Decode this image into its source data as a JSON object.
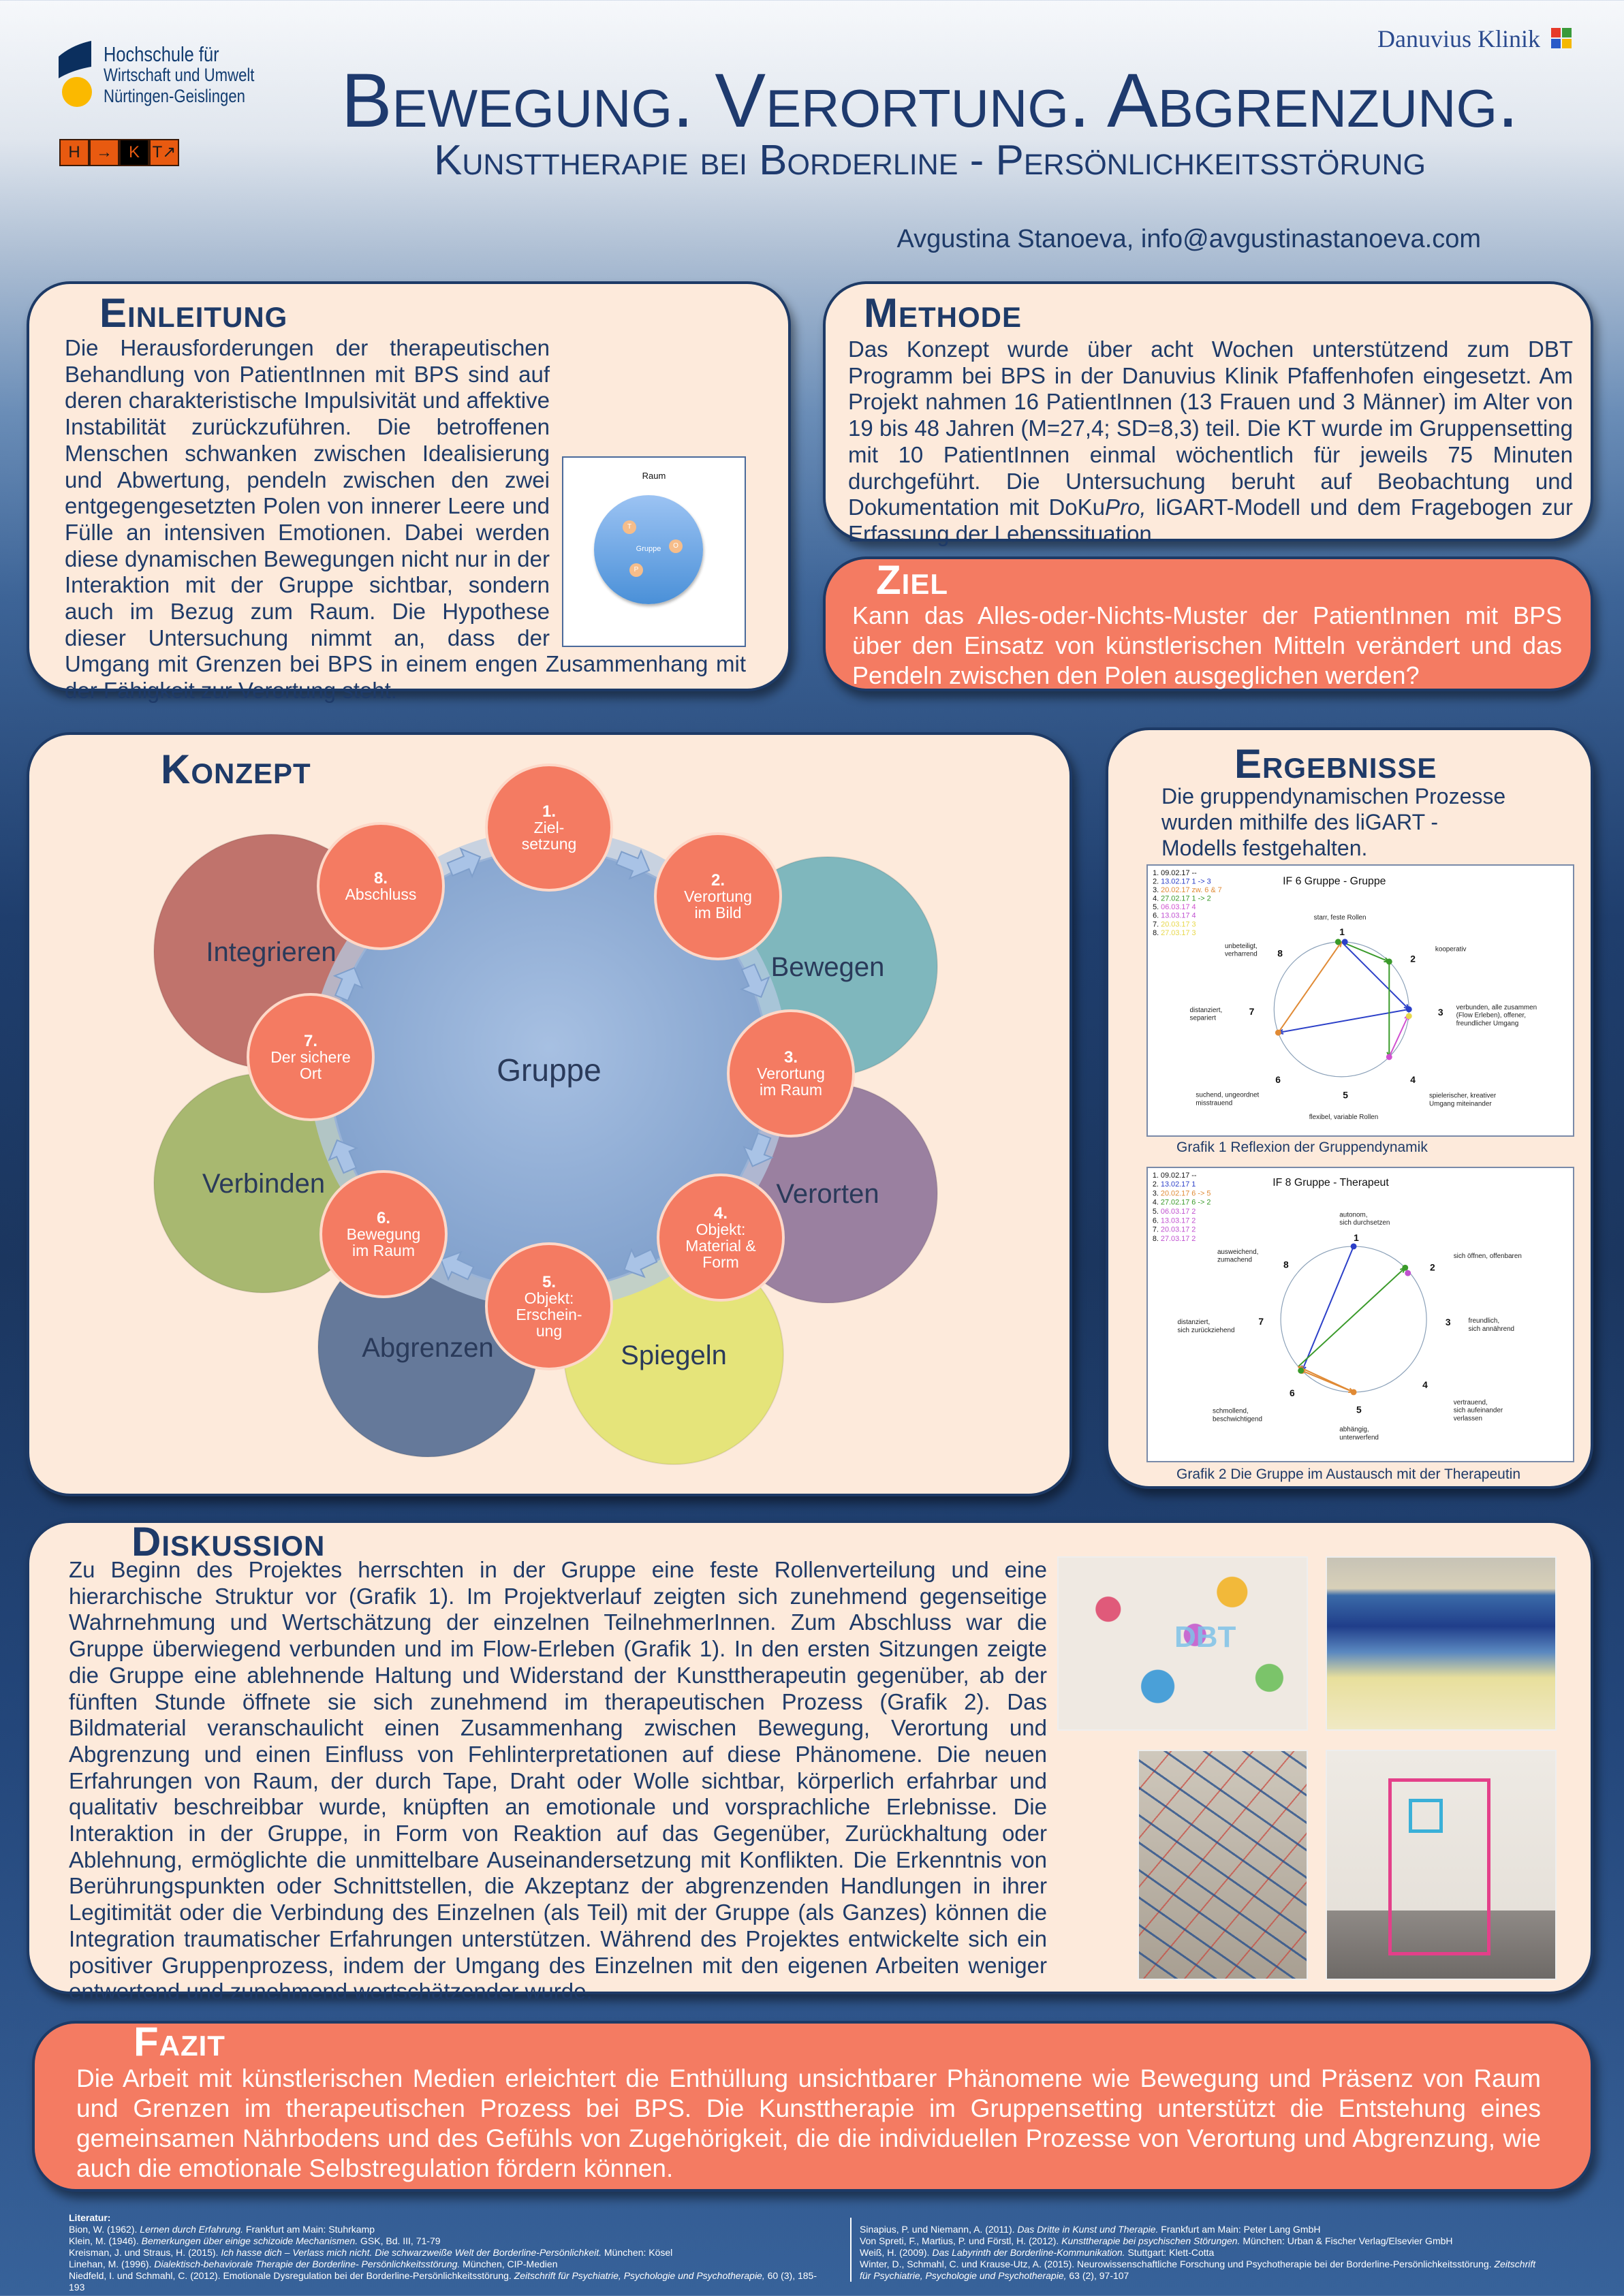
{
  "header": {
    "university_logo": [
      "Hochschule für",
      "Wirtschaft und Umwelt",
      "Nürtingen-Geislingen"
    ],
    "hkt_logo": [
      "H",
      "→",
      "K",
      "T↗"
    ],
    "clinic_logo": "Danuvius Klinik",
    "title": "Bewegung. Verortung. Abgrenzung.",
    "subtitle": "Kunsttherapie bei Borderline - Persönlichkeitsstörung",
    "author": "Avgustina Stanoeva, info@avgustinastanoeva.com"
  },
  "einleitung": {
    "heading": "Einleitung",
    "text": "Die Herausforderungen der therapeutischen Behandlung von PatientInnen mit BPS sind auf deren charakteristische Impulsivität und affektive Instabilität zurückzuführen. Die betroffenen Menschen schwanken zwischen Idealisierung und Abwertung, pendeln zwischen den zwei entgegengesetzten Polen von innerer Leere und Fülle an intensiven Emotionen. Dabei werden diese dynamischen Bewegungen nicht nur in der Interaktion mit der Gruppe sichtbar, sondern auch im Bezug zum Raum. Die Hypothese dieser Untersuchung nimmt an, dass der Umgang mit Grenzen bei BPS in einem engen Zusammenhang mit der Fähigkeit zur Verortung steht.",
    "figure": {
      "outer": "Raum",
      "inner": "Gruppe",
      "members": [
        "T",
        "O",
        "P"
      ]
    }
  },
  "methode": {
    "heading": "Methode",
    "text_before": "Das Konzept wurde über acht Wochen unterstützend zum DBT Programm bei BPS in der Danuvius Klinik Pfaffenhofen eingesetzt. Am Projekt nahmen 16 PatientInnen (13 Frauen und 3 Männer) im Alter von 19 bis 48 Jahren (M=27,4; SD=8,3) teil. Die KT wurde im Gruppensetting mit 10 PatientInnen einmal wöchentlich für jeweils 75 Minuten durchgeführt. Die Untersuchung beruht auf Beobachtung und Dokumentation mit DoKu",
    "text_italic": "Pro,",
    "text_after": " liGART-Modell und dem Fragebogen zur Erfassung der Lebenssituation."
  },
  "ziel": {
    "heading": "Ziel",
    "text": "Kann das Alles-oder-Nichts-Muster der PatientInnen mit BPS über den Einsatz von künstlerischen Mitteln verändert und das Pendeln zwischen den Polen ausgeglichen werden?"
  },
  "konzept": {
    "heading": "Konzept",
    "center": "Gruppe",
    "petals": [
      {
        "label": "Integrieren",
        "color": "#c0736c"
      },
      {
        "label": "Bewegen",
        "color": "#7fb7bd"
      },
      {
        "label": "Verorten",
        "color": "#9a80a0"
      },
      {
        "label": "Spiegeln",
        "color": "#e5e47a"
      },
      {
        "label": "Abgrenzen",
        "color": "#65799a"
      },
      {
        "label": "Verbinden",
        "color": "#a8b870"
      }
    ],
    "steps": [
      {
        "num": "1.",
        "label": "Ziel-\nsetzung"
      },
      {
        "num": "2.",
        "label": "Verortung\nim Bild"
      },
      {
        "num": "3.",
        "label": "Verortung\nim Raum"
      },
      {
        "num": "4.",
        "label": "Objekt:\nMaterial &\nForm"
      },
      {
        "num": "5.",
        "label": "Objekt:\nErschein-\nung"
      },
      {
        "num": "6.",
        "label": "Bewegung\nim Raum"
      },
      {
        "num": "7.",
        "label": "Der sichere\nOrt"
      },
      {
        "num": "8.",
        "label": "Abschluss"
      }
    ],
    "step_color": "#f47b62"
  },
  "ergebnisse": {
    "heading": "Ergebnisse",
    "text": "Die gruppendynamischen Prozesse wurden mithilfe des liGART - Modells festgehalten.",
    "graph1": {
      "title": "IF 6  Gruppe - Gruppe",
      "caption": "Grafik 1 Reflexion der Gruppendynamik",
      "legend": [
        {
          "date": "1. 09.02.17",
          "value": "--",
          "color": "#111111"
        },
        {
          "date": "2. 13.02.17",
          "value": "1 -> 3",
          "color": "#2b3fc8"
        },
        {
          "date": "3. 20.02.17",
          "value": "zw. 6 & 7",
          "color": "#e08a35"
        },
        {
          "date": "4. 27.02.17",
          "value": "1 -> 2",
          "color": "#3a9a2a"
        },
        {
          "date": "5. 06.03.17",
          "value": "4",
          "color": "#d050d0"
        },
        {
          "date": "6. 13.03.17",
          "value": "4",
          "color": "#c050d0"
        },
        {
          "date": "7. 20.03.17",
          "value": "3",
          "color": "#e8d84a"
        },
        {
          "date": "8. 27.03.17",
          "value": "3",
          "color": "#e8d84a"
        }
      ],
      "labels": {
        "1": "starr, feste Rollen",
        "2": "kooperativ",
        "3": "verbunden, alle zusammen\n(Flow Erleben), offener,\nfreundlicher Umgang",
        "4": "spielerischer, kreativer\nUmgang miteinander",
        "5": "flexibel, variable Rollen",
        "6": "suchend, ungeordnet\nmisstrauend",
        "7": "distanziert,\nsepariert",
        "8": "unbeteiligt,\nverharrend"
      }
    },
    "graph2": {
      "title": "IF 8   Gruppe - Therapeut",
      "caption": "Grafik 2 Die Gruppe im Austausch mit der Therapeutin",
      "legend": [
        {
          "date": "1. 09.02.17",
          "value": "--",
          "color": "#111111"
        },
        {
          "date": "2. 13.02.17",
          "value": "1",
          "color": "#2b3fc8"
        },
        {
          "date": "3. 20.02.17",
          "value": "6 -> 5",
          "color": "#e08a35"
        },
        {
          "date": "4. 27.02.17",
          "value": "6 -> 2",
          "color": "#3a9a2a"
        },
        {
          "date": "5. 06.03.17",
          "value": "2",
          "color": "#c050d0"
        },
        {
          "date": "6. 13.03.17",
          "value": "2",
          "color": "#c050d0"
        },
        {
          "date": "7. 20.03.17",
          "value": "2",
          "color": "#c050d0"
        },
        {
          "date": "8. 27.03.17",
          "value": "2",
          "color": "#c050d0"
        }
      ],
      "labels": {
        "1": "autonom,\nsich durchsetzen",
        "2": "sich öffnen, offenbaren",
        "3": "freundlich,\nsich annährend",
        "4": "vertrauend,\nsich aufeinander\nverlassen",
        "5": "abhängig,\nunterwerfend",
        "6": "schmollend,\nbeschwichtigend",
        "7": "distanziert,\nsich zurückziehend",
        "8": "ausweichend,\nzumachend"
      }
    }
  },
  "diskussion": {
    "heading": "Diskussion",
    "text": "Zu Beginn des Projektes herrschten in der Gruppe eine feste Rollenverteilung und eine hierarchische Struktur vor (Grafik 1). Im Projektverlauf zeigten sich zunehmend gegenseitige Wahrnehmung und Wertschätzung der einzelnen TeilnehmerInnen. Zum Abschluss war die Gruppe überwiegend verbunden und im Flow-Erleben (Grafik 1). In den ersten Sitzungen zeigte die Gruppe eine ablehnende Haltung und Widerstand der Kunsttherapeutin gegenüber, ab der fünften Stunde öffnete sie sich zunehmend im therapeutischen Prozess (Grafik 2). Das Bildmaterial veranschaulicht einen Zusammenhang zwischen Bewegung, Verortung und Abgrenzung und einen Einfluss von Fehlinterpretationen auf diese Phänomene. Die neuen Erfahrungen von Raum, der durch Tape, Draht oder Wolle sichtbar, körperlich erfahrbar und qualitativ beschreibbar wurde, knüpften an emotionale und vorsprachliche Erlebnisse. Die Interaktion in der Gruppe, in Form von Reaktion auf das Gegenüber, Zurückhaltung oder Ablehnung, ermöglichte die unmittelbare Auseinandersetzung mit Konflikten. Die Erkenntnis von Berührungspunkten oder Schnittstellen, die Akzeptanz der abgrenzenden Handlungen in ihrer Legitimität oder die Verbindung des Einzelnen (als Teil) mit der Gruppe (als Ganzes) können die Integration traumatischer Erfahrungen unterstützen. Während des Projektes entwickelte sich ein positiver Gruppenprozess, indem der Umgang des Einzelnen mit den eigenen Arbeiten weniger entwertend und zunehmend wertschätzender wurde.",
    "photo_text": "DBT"
  },
  "fazit": {
    "heading": "Fazit",
    "text": "Die Arbeit mit künstlerischen Medien erleichtert die Enthüllung unsichtbarer Phänomene wie Bewegung und Präsenz von Raum und Grenzen im therapeutischen Prozess bei BPS. Die Kunsttherapie im Gruppensetting unterstützt die Entstehung eines gemeinsamen Nährbodens und des Gefühls von Zugehörigkeit, die die individuellen Prozesse von Verortung und Abgrenzung, wie auch die emotionale Selbstregulation fördern können."
  },
  "literatur": {
    "heading": "Literatur:",
    "left": [
      {
        "a": "Bion, W. (1962). ",
        "i": "Lernen durch Erfahrung.",
        "b": " Frankfurt am Main: Stuhrkamp",
        "i2": "",
        "c": ""
      },
      {
        "a": "Klein, M. (1946). ",
        "i": "Bemerkungen über einige schizoide Mechanismen.",
        "b": " GSK, Bd. III, 71-79",
        "i2": "",
        "c": ""
      },
      {
        "a": "Kreisman, J. und Straus, H. (2015). ",
        "i": "Ich hasse dich – Verlass mich nicht. Die schwarzweiße Welt der Borderline-Persönlichkeit.",
        "b": " München: Kösel",
        "i2": "",
        "c": ""
      },
      {
        "a": "Linehan, M. (1996). ",
        "i": "Dialektisch-behaviorale Therapie der Borderline- Persönlichkeitsstörung.",
        "b": " München, CIP-Medien",
        "i2": "",
        "c": ""
      },
      {
        "a": "Niedfeld, I. und Schmahl, C. (2012). Emotionale Dysregulation bei der Borderline-Persönlichkeitsstörung. ",
        "i": "Zeitschrift für Psychiatrie, Psychologie und Psychotherapie,",
        "b": " 60 (3), 185-193",
        "i2": "",
        "c": ""
      }
    ],
    "right": [
      {
        "a": "Sinapius, P. und Niemann, A. (2011). ",
        "i": "Das Dritte in Kunst und Therapie.",
        "b": " Frankfurt am Main: Peter Lang GmbH"
      },
      {
        "a": "Von Spreti, F., Martius, P. und Förstl, H. (2012). ",
        "i": "Kunsttherapie bei psychischen Störungen.",
        "b": " München: Urban & Fischer Verlag/Elsevier GmbH"
      },
      {
        "a": "Weiß, H. (2009). ",
        "i": "Das Labyrinth der Borderline-Kommunikation.",
        "b": " Stuttgart: Klett-Cotta"
      },
      {
        "a": "Winter, D., Schmahl, C. und Krause-Utz, A. (2015). Neurowissenschaftliche Forschung und Psychotherapie bei der Borderline-Persönlichkeitsstörung. ",
        "i": "Zeitschrift für Psychiatrie, Psychologie und Psychotherapie,",
        "b": " 63 (2), 97-107"
      }
    ]
  }
}
